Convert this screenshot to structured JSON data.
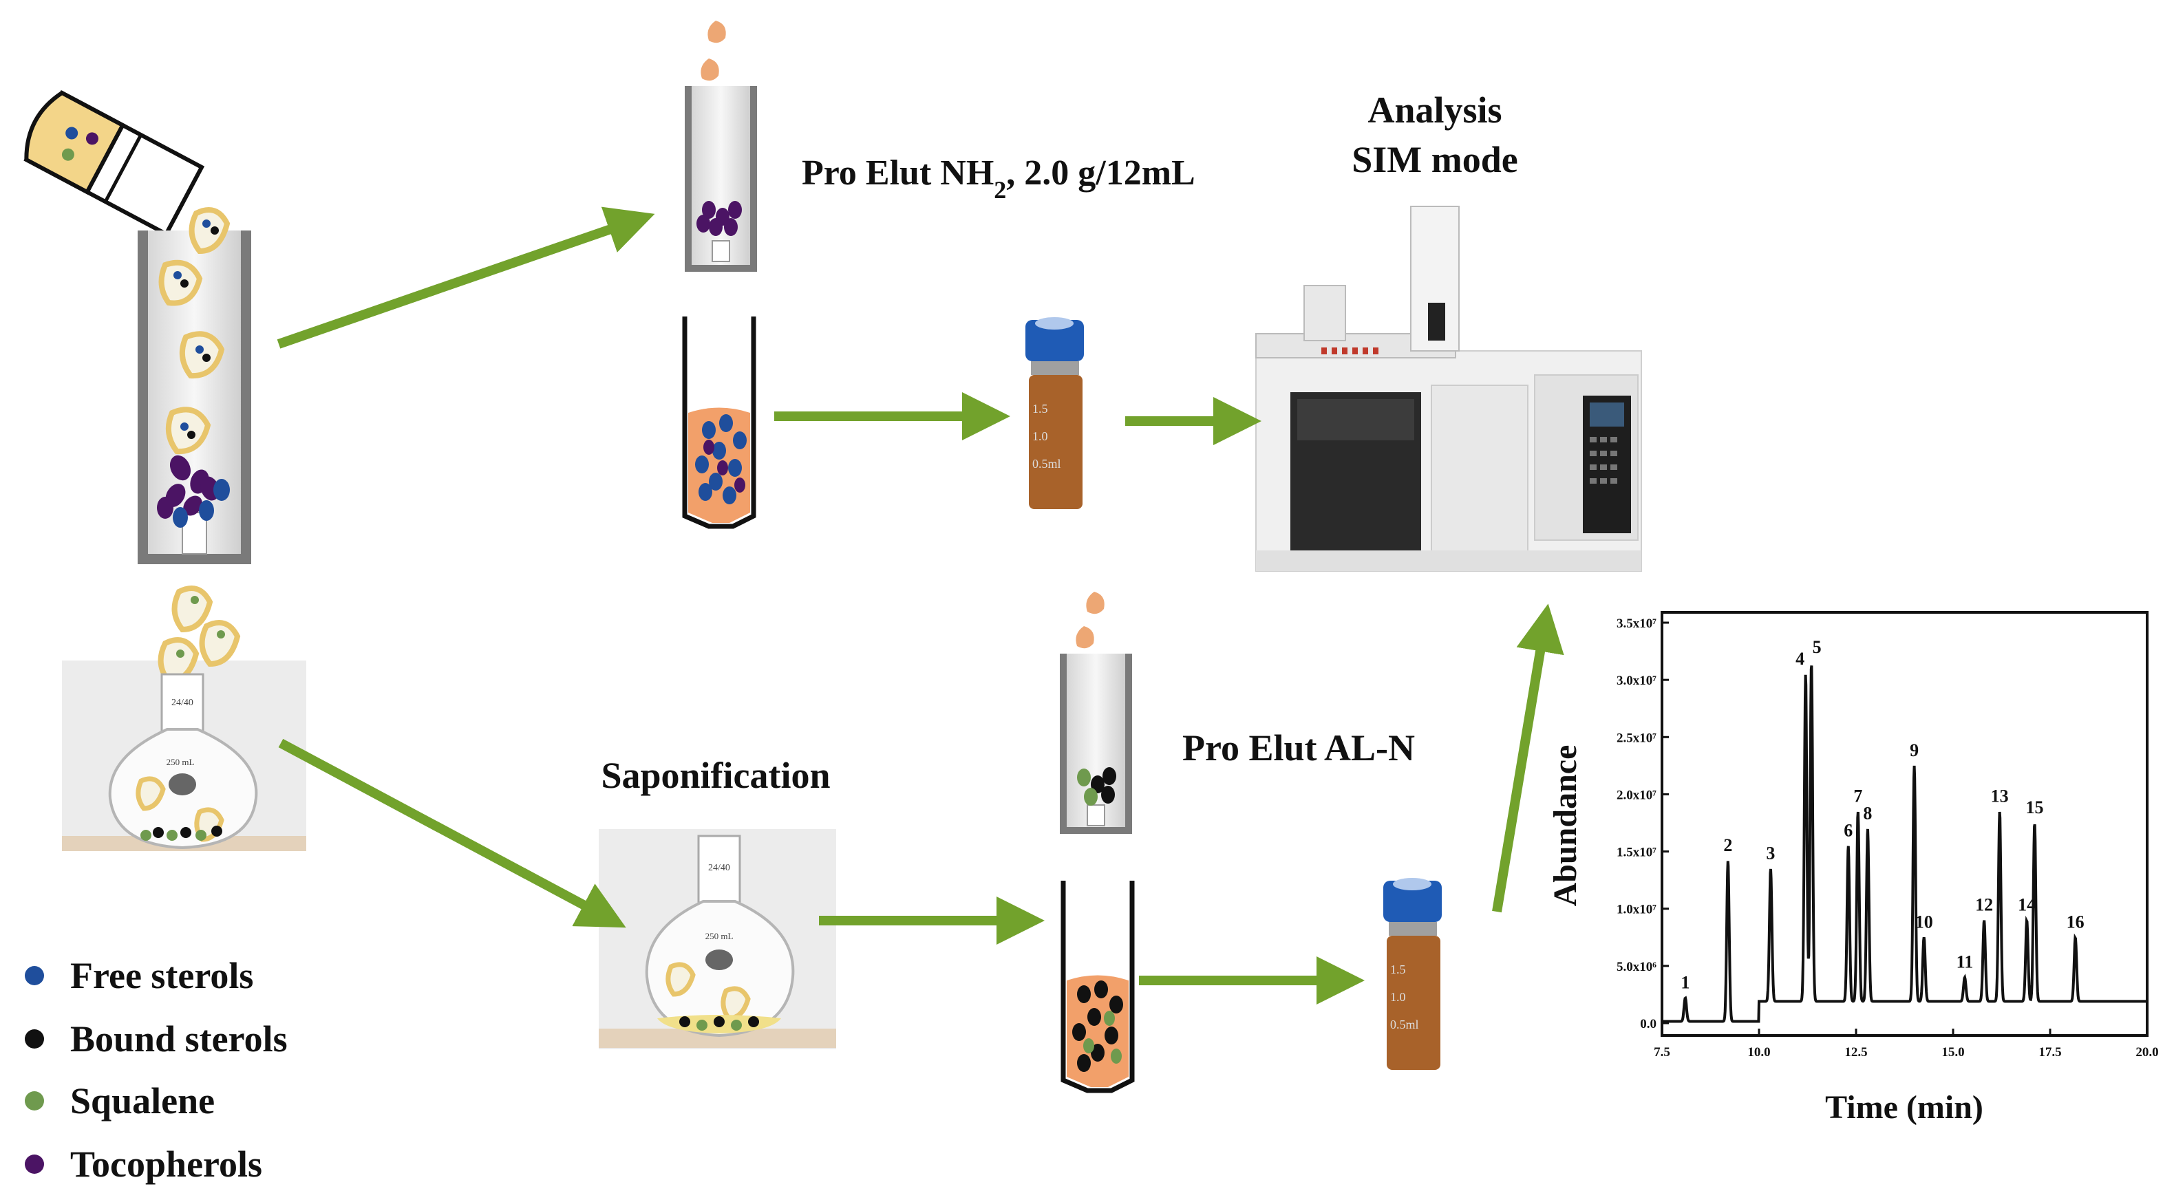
{
  "labels": {
    "nh2_cartridge": "Pro Elut NH",
    "nh2_sub": "2",
    "nh2_rest": ", 2.0 g/12mL",
    "analysis": "Analysis",
    "sim_mode": "SIM mode",
    "saponification": "Saponification",
    "al_n": "Pro Elut AL-N",
    "vial_marks": [
      "1.5",
      "1.0",
      "0.5ml"
    ],
    "flask_neck": "24/40",
    "flask_body": "250 mL"
  },
  "legend": [
    {
      "label": "Free sterols",
      "color": "#1f4e9c"
    },
    {
      "label": "Bound sterols",
      "color": "#111111"
    },
    {
      "label": "Squalene",
      "color": "#6f9a4e"
    },
    {
      "label": "Tocopherols",
      "color": "#4b1464"
    }
  ],
  "colors": {
    "arrow": "#72a22c",
    "sample": "#f2a06a",
    "drop": "#eda774",
    "glass": "#e8e8e8",
    "vial_amber": "#a8622a",
    "vial_cap": "#1f5bb5"
  },
  "chart_data": {
    "type": "line",
    "xlabel": "Time (min)",
    "ylabel": "Abundance",
    "xlim": [
      7.5,
      20.0
    ],
    "ylim": [
      0,
      35000000.0
    ],
    "xticks": [
      "7.5",
      "10.0",
      "12.5",
      "15.0",
      "17.5",
      "20.0"
    ],
    "yticks": [
      "0.0",
      "5.0x10⁶",
      "1.0x10⁷",
      "1.5x10⁷",
      "2.0x10⁷",
      "2.5x10⁷",
      "3.0x10⁷",
      "3.5x10⁷"
    ],
    "peaks": [
      {
        "label": "1",
        "x": 8.1,
        "y": 2200000.0
      },
      {
        "label": "2",
        "x": 9.2,
        "y": 14200000.0
      },
      {
        "label": "3",
        "x": 10.3,
        "y": 13500000.0
      },
      {
        "label": "4",
        "x": 11.2,
        "y": 30500000.0
      },
      {
        "label": "5",
        "x": 11.35,
        "y": 31500000.0
      },
      {
        "label": "6",
        "x": 12.3,
        "y": 15500000.0
      },
      {
        "label": "7",
        "x": 12.55,
        "y": 18500000.0
      },
      {
        "label": "8",
        "x": 12.8,
        "y": 17000000.0
      },
      {
        "label": "9",
        "x": 14.0,
        "y": 22500000.0
      },
      {
        "label": "10",
        "x": 14.25,
        "y": 7500000.0
      },
      {
        "label": "11",
        "x": 15.3,
        "y": 4000000.0
      },
      {
        "label": "12",
        "x": 15.8,
        "y": 9000000.0
      },
      {
        "label": "13",
        "x": 16.2,
        "y": 18500000.0
      },
      {
        "label": "14",
        "x": 16.9,
        "y": 9000000.0
      },
      {
        "label": "15",
        "x": 17.1,
        "y": 17500000.0
      },
      {
        "label": "16",
        "x": 18.15,
        "y": 7500000.0
      }
    ]
  }
}
